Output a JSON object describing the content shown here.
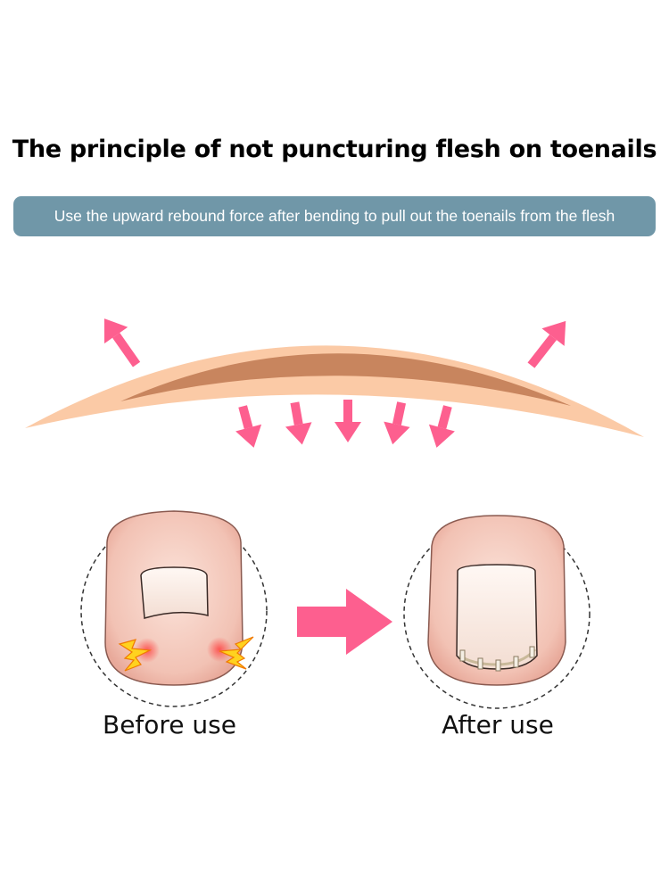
{
  "title": "The principle of not puncturing flesh on toenails",
  "subtitle": "Use the upward rebound force after bending to pull out the toenails from the flesh",
  "before_label": "Before use",
  "after_label": "After use",
  "colors": {
    "banner": "#7097a8",
    "arrow": "#fd5f8f",
    "nail_outer": "#fbcaa6",
    "nail_inner": "#c8855e"
  }
}
